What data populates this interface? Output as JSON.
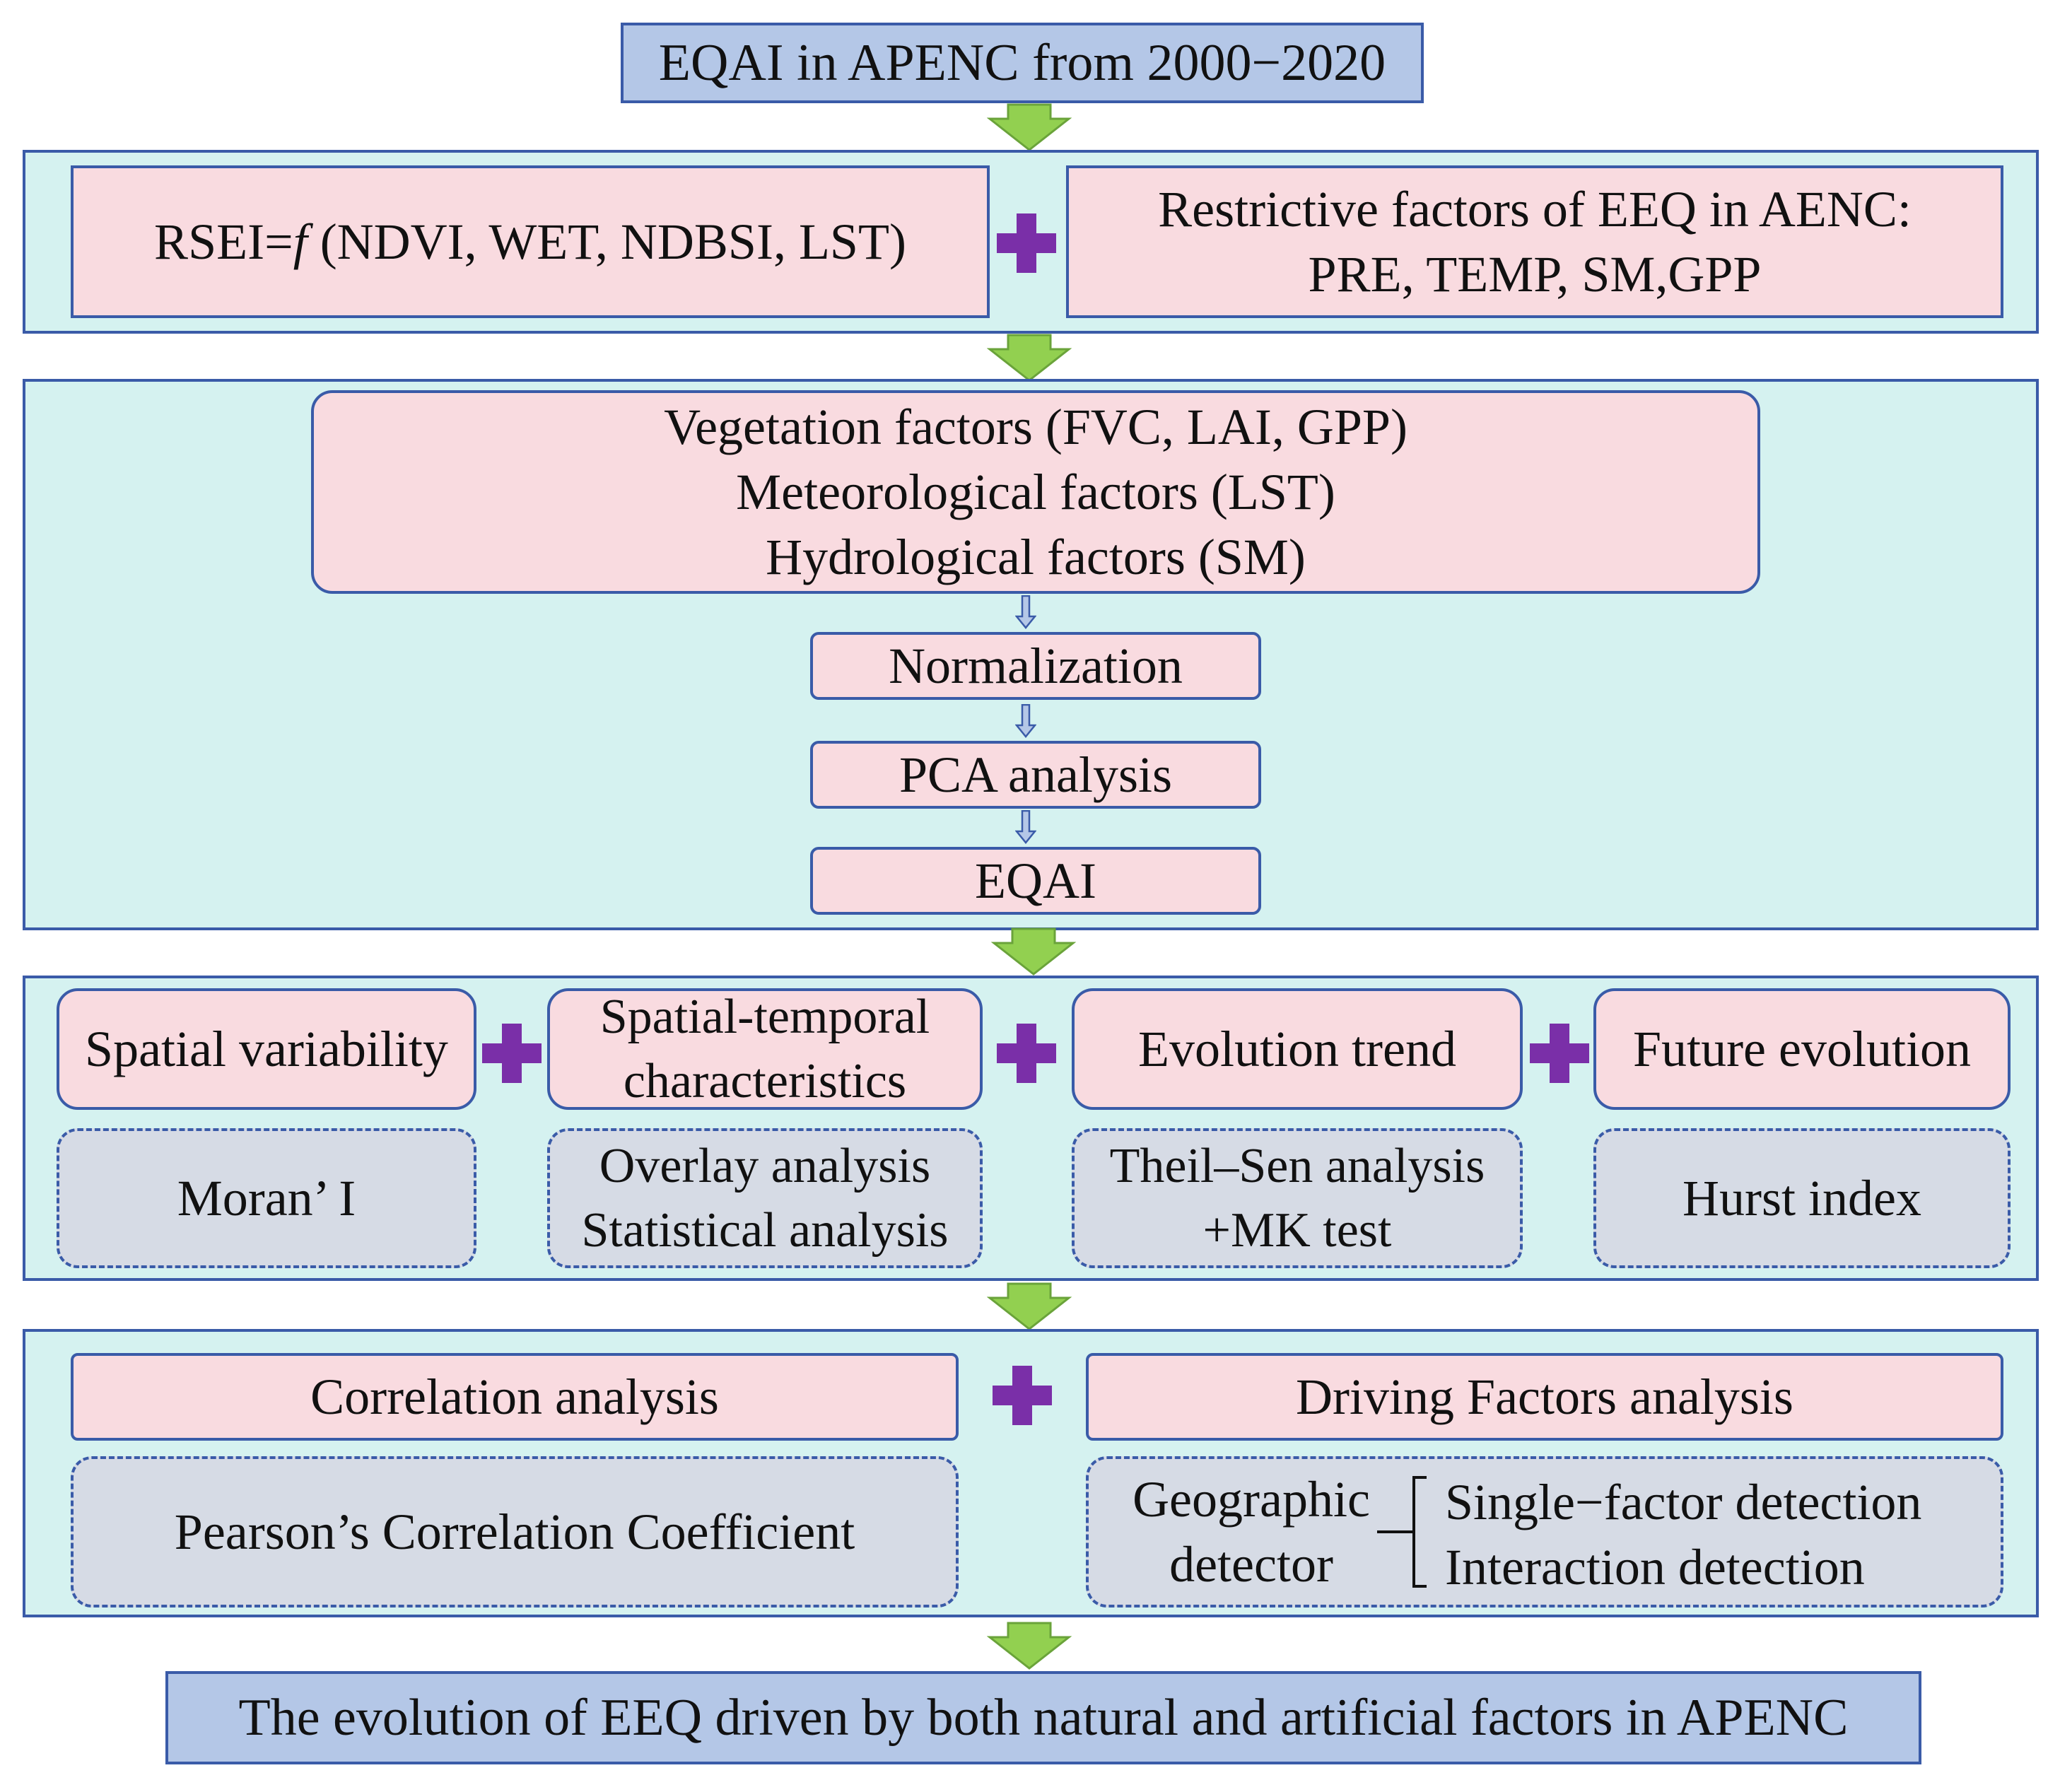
{
  "title": "EQAI in APENC from 2000−2020",
  "row1": {
    "left_prefix": "RSEI=",
    "left_italic": "f",
    "left_suffix": " (NDVI, WET, NDBSI, LST)",
    "right_lines": [
      "Restrictive factors of EEQ in AENC:",
      "PRE, TEMP, SM,GPP"
    ]
  },
  "row2": {
    "factors": [
      "Vegetation factors (FVC, LAI, GPP)",
      "Meteorological factors (LST)",
      "Hydrological factors (SM)"
    ],
    "normalization": "Normalization",
    "pca": "PCA analysis",
    "eqai": "EQAI"
  },
  "row3": {
    "cols": [
      {
        "heading": [
          "Spatial variability"
        ],
        "method": [
          "Moran’ I"
        ]
      },
      {
        "heading": [
          "Spatial-temporal",
          "characteristics"
        ],
        "method": [
          "Overlay analysis",
          "Statistical analysis"
        ]
      },
      {
        "heading": [
          "Evolution trend"
        ],
        "method": [
          "Theil–Sen analysis",
          "+MK test"
        ]
      },
      {
        "heading": [
          "Future evolution"
        ],
        "method": [
          "Hurst index"
        ]
      }
    ]
  },
  "row4": {
    "left_heading": "Correlation analysis",
    "left_method": "Pearson’s Correlation Coefficient",
    "right_heading": "Driving Factors analysis",
    "geo_lines": [
      "Geographic",
      "detector"
    ],
    "detections": [
      "Single−factor detection",
      "Interaction detection"
    ]
  },
  "conclusion": "The evolution of EEQ driven by both natural and artificial factors in APENC",
  "colors": {
    "title_fill": "#b4c7e7",
    "panel_fill": "#d5f2f0",
    "pink_fill": "#f9dbe0",
    "gray_fill": "#d6dbe5",
    "border": "#3a5ba8",
    "plus": "#7a2fa8",
    "arrow_fill": "#92d050"
  }
}
